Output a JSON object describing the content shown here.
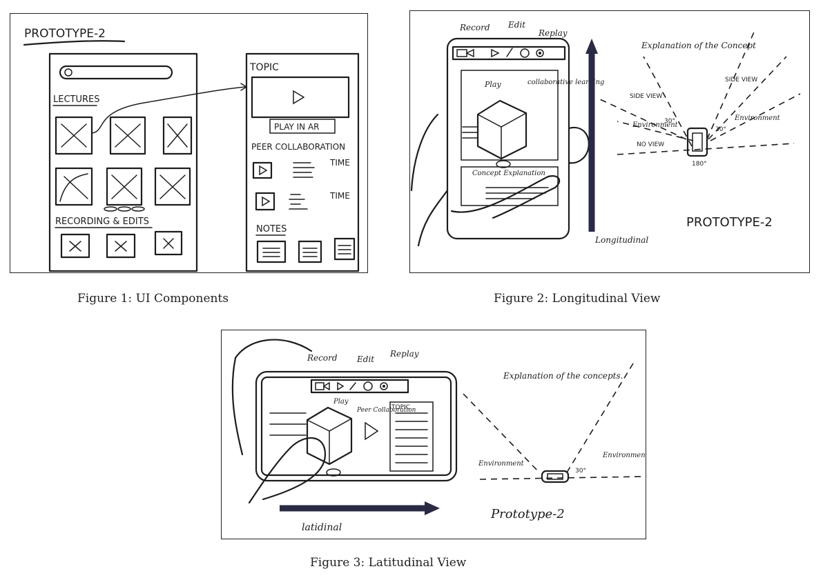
{
  "figures": [
    {
      "caption": "Figure 1: UI Components",
      "title": "PROTOTYPE-2",
      "lectures": "LECTURES",
      "recording": "RECORDING & EDITS",
      "topic": "TOPIC",
      "play_ar": "PLAY IN AR",
      "peer": "PEER COLLABORATION",
      "time": "TIME",
      "notes": "NOTES"
    },
    {
      "caption": "Figure 2: Longitudinal View",
      "record": "Record",
      "edit": "Edit",
      "replay": "Replay",
      "play": "Play",
      "collab": "collaborative learning",
      "concept_expl": "Concept Explanation",
      "expl": "Explanation of the Concept",
      "side_view": "SIDE VIEW",
      "environment": "Environment",
      "no_view": "NO VIEW",
      "deg30": "30°",
      "deg180": "180°",
      "proto": "PROTOTYPE-2",
      "axis": "Longitudinal"
    },
    {
      "caption": "Figure 3: Latitudinal View",
      "record": "Record",
      "edit": "Edit",
      "replay": "Replay",
      "play": "Play",
      "peer": "Peer Collaboration",
      "topic": "TOPIC",
      "expl": "Explanation of the concepts.",
      "environment": "Environment",
      "deg30": "30°",
      "proto": "Prototype-2",
      "axis": "latidinal"
    }
  ]
}
